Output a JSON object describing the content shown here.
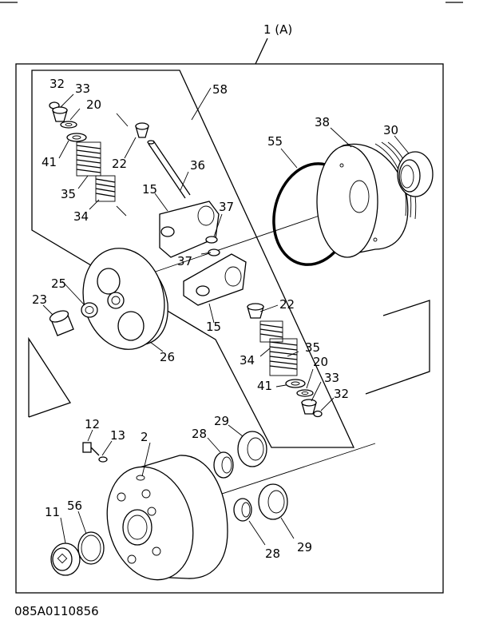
{
  "diagram": {
    "drawing_code": "085A0110856",
    "assembly_label": "1 (A)",
    "callouts": {
      "c2": "2",
      "c11": "11",
      "c12": "12",
      "c13": "13",
      "c15a": "15",
      "c15b": "15",
      "c20a": "20",
      "c20b": "20",
      "c22a": "22",
      "c22b": "22",
      "c23": "23",
      "c25": "25",
      "c26": "26",
      "c28a": "28",
      "c28b": "28",
      "c29a": "29",
      "c29b": "29",
      "c30": "30",
      "c32a": "32",
      "c32b": "32",
      "c33a": "33",
      "c33b": "33",
      "c34a": "34",
      "c34b": "34",
      "c35a": "35",
      "c35b": "35",
      "c36": "36",
      "c37a": "37",
      "c37b": "37",
      "c38": "38",
      "c41a": "41",
      "c41b": "41",
      "c55": "55",
      "c56": "56",
      "c58": "58"
    }
  }
}
